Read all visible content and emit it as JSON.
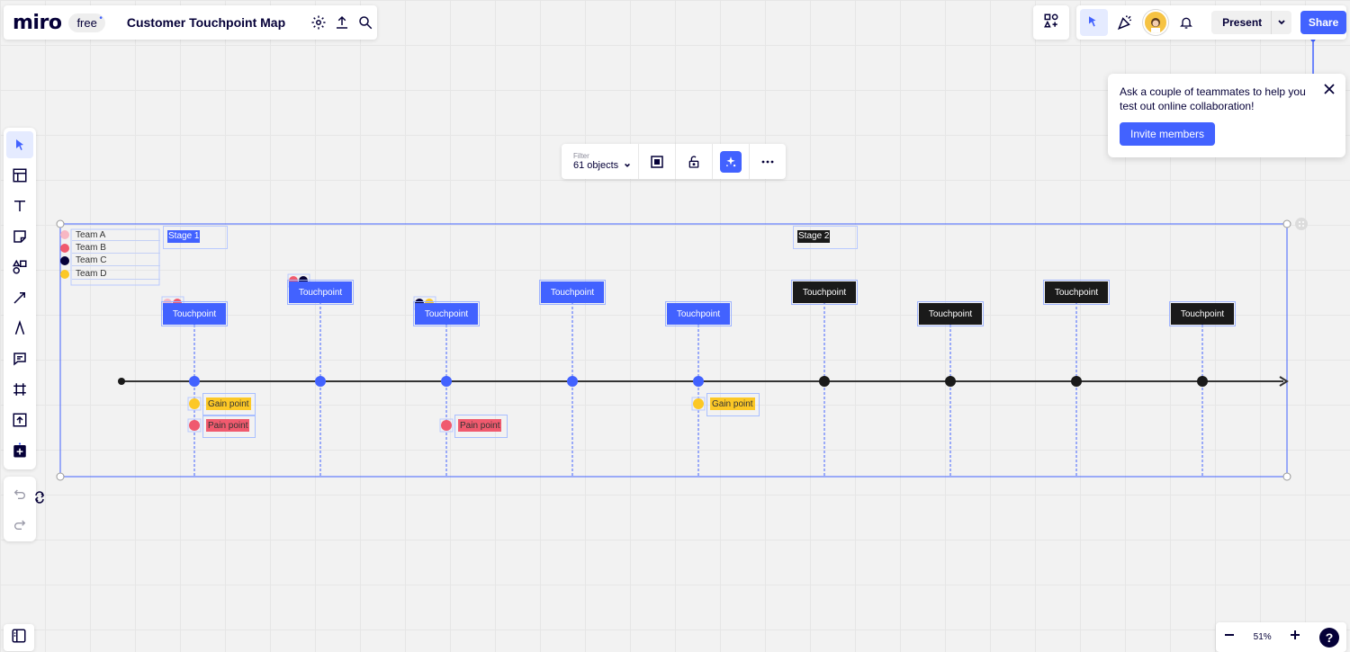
{
  "app": {
    "logo": "miro",
    "plan": "free",
    "board_title": "Customer Touchpoint Map"
  },
  "header": {
    "icons": [
      "settings-icon",
      "export-icon",
      "search-icon"
    ],
    "right_icons": [
      "apps-icon",
      "reactions-icon",
      "celebrate-icon",
      "bell-icon"
    ],
    "present_label": "Present",
    "share_label": "Share"
  },
  "popover": {
    "text": "Ask a couple of teammates to help you test out online collaboration!",
    "button": "Invite members"
  },
  "toolbar": {
    "tools": [
      "select-tool",
      "templates-tool",
      "text-tool",
      "sticky-note-tool",
      "shapes-tool",
      "connection-line-tool",
      "pen-tool",
      "comment-tool",
      "frame-tool",
      "upload-tool",
      "more-apps-tool"
    ],
    "active_tool": "select-tool",
    "undo_label": "undo-icon",
    "redo_label": "redo-icon"
  },
  "selection": {
    "filter_label": "Filter",
    "filter_count": "61 objects"
  },
  "board": {
    "stages": [
      "Stage 1",
      "Stage 2"
    ],
    "legend": [
      {
        "label": "Team A",
        "color": "#f7b7c3"
      },
      {
        "label": "Team B",
        "color": "#f05a6e"
      },
      {
        "label": "Team C",
        "color": "#050038"
      },
      {
        "label": "Team D",
        "color": "#fcc826"
      }
    ],
    "touchpoints": [
      {
        "label": "Touchpoint",
        "style": "blue"
      },
      {
        "label": "Touchpoint",
        "style": "blue"
      },
      {
        "label": "Touchpoint",
        "style": "blue"
      },
      {
        "label": "Touchpoint",
        "style": "blue"
      },
      {
        "label": "Touchpoint",
        "style": "blue"
      },
      {
        "label": "Touchpoint",
        "style": "black"
      },
      {
        "label": "Touchpoint",
        "style": "black"
      },
      {
        "label": "Touchpoint",
        "style": "black"
      },
      {
        "label": "Touchpoint",
        "style": "black"
      }
    ],
    "gain_label": "Gain point",
    "pain_label": "Pain point",
    "colors": {
      "accent": "#4262ff",
      "dark": "#1a1a1a",
      "gain": "#fcc826",
      "pain": "#f05a6e"
    }
  },
  "zoom": {
    "value": "51%"
  }
}
